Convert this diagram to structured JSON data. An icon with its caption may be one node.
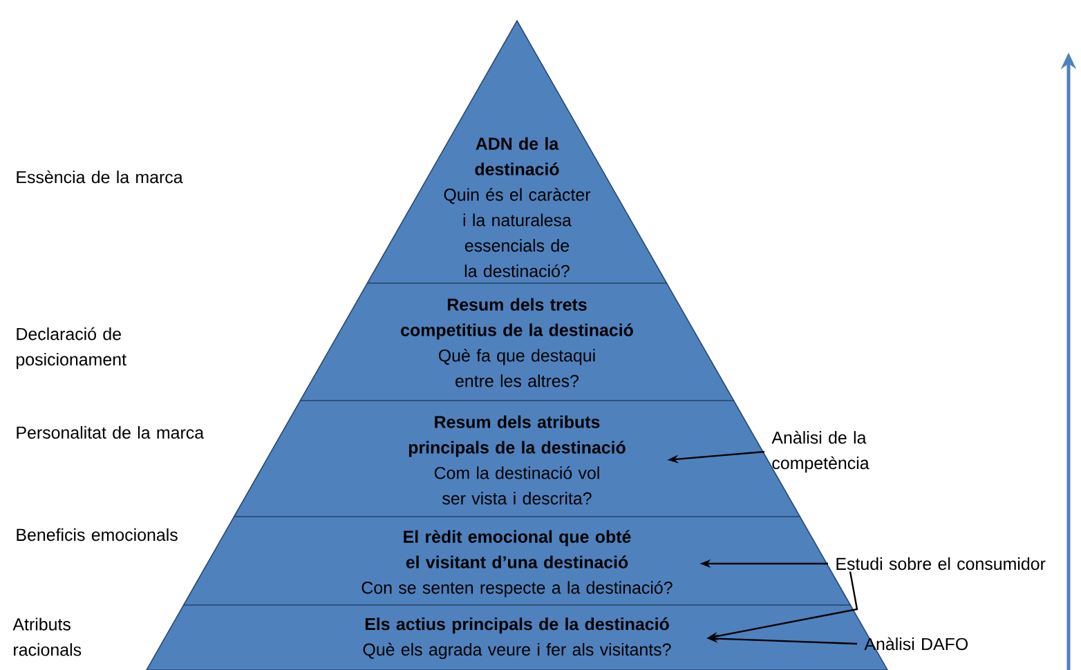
{
  "diagram": {
    "nodes": [
      {
        "text": [
          "ADN de la destinació",
          "Quin és el caràcter i la naturalesa essencials de la destinació?"
        ]
      },
      {
        "text": [
          "Resum dels trets competitius de la destinació",
          "Què fa que destaqui entre les altres?"
        ]
      },
      {
        "text": [
          "Resum dels atributs principals de la destinació",
          "Com la destinació vol ser vista i descrita?"
        ]
      },
      {
        "text": [
          "El rèdit emocional que obté el visitant d’una destinació",
          "Con se senten respecte a la destinació?"
        ]
      },
      {
        "text": [
          "Els actius principals de la destinació",
          "Què els agrada veure i fer als visitants?"
        ]
      },
      {
        "text": [
          "Anàlisi de la competència"
        ]
      },
      {
        "text": [
          "Estudi sobre el consumidor"
        ]
      },
      {
        "text": [
          "Anàlisi DAFO"
        ]
      }
    ],
    "edges": [
      {
        "from": 5,
        "to": 2,
        "arrow": "to"
      },
      {
        "from": 6,
        "to": 3,
        "arrow": "to"
      },
      {
        "from": 6,
        "to": 4,
        "arrow": "to"
      },
      {
        "from": 7,
        "to": 4,
        "arrow": "to"
      }
    ],
    "labels": [
      "Essència de la marca",
      "Declaració de posicionament",
      "Personalitat de la marca",
      "Beneficis emocionals",
      "Atributs racionals"
    ]
  }
}
